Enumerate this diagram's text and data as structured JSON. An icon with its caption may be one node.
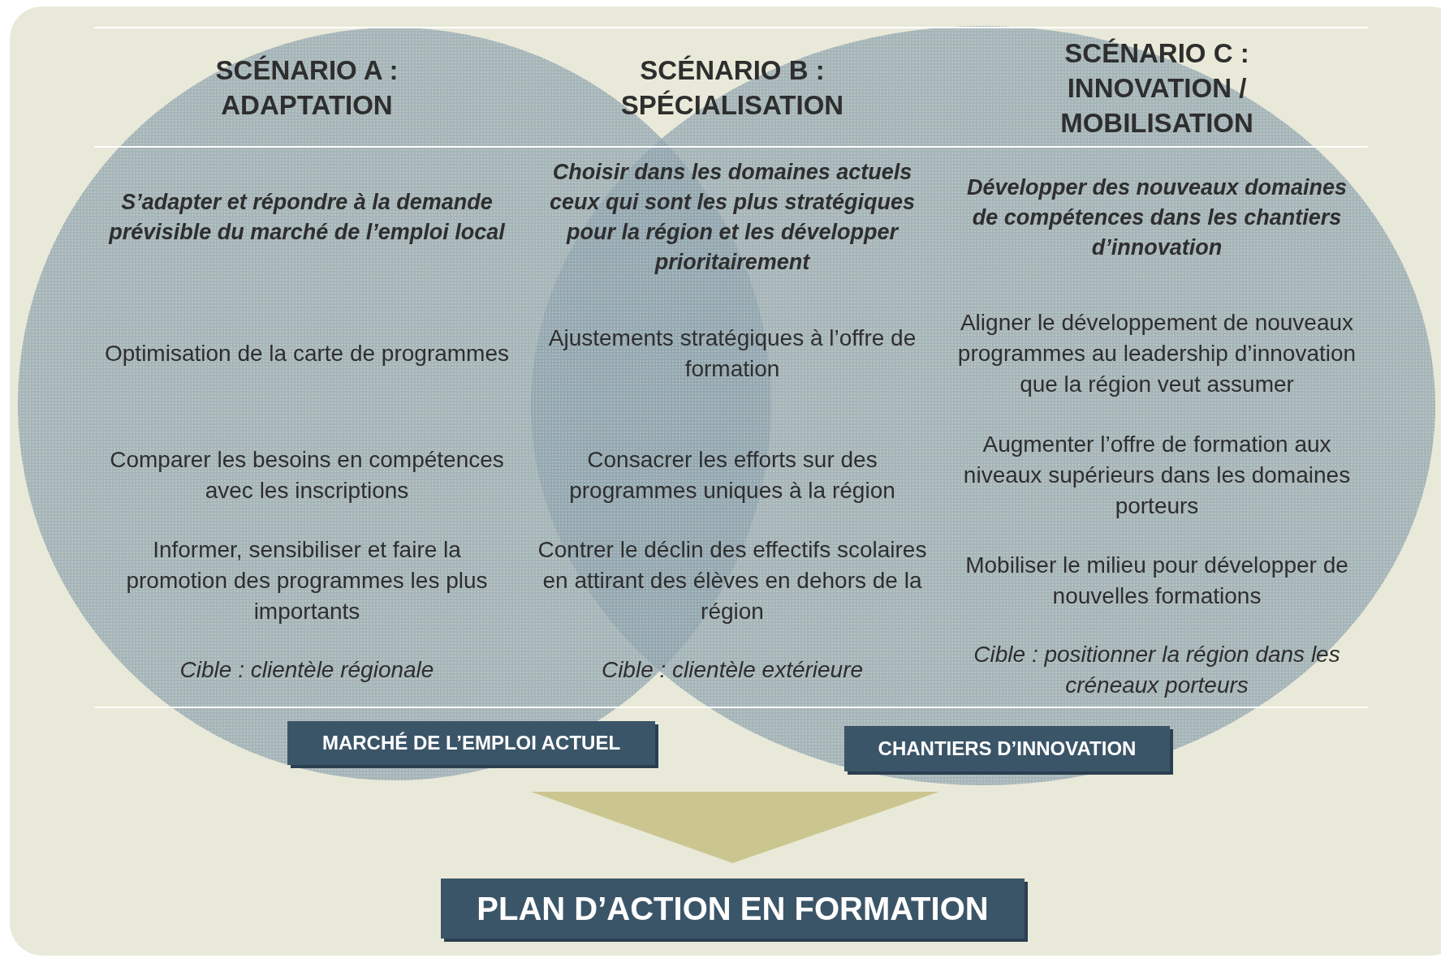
{
  "diagram": {
    "nodes": [
      {
        "text": [
          "MARCHÉ DE L’EMPLOI ACTUEL"
        ]
      },
      {
        "text": [
          "CHANTIERS D’INNOVATION"
        ]
      },
      {
        "text": [
          "PLAN D’ACTION EN FORMATION"
        ]
      }
    ],
    "edges": [
      {
        "from": null,
        "to": 2,
        "arrow": "to"
      }
    ],
    "labels": [
      "SCÉNARIO A : ADAPTATION",
      "SCÉNARIO B : SPÉCIALISATION",
      "SCÉNARIO C : INNOVATION / MOBILISATION",
      "S’adapter et répondre à la demande prévisible du marché de l’emploi local",
      "Choisir dans les domaines actuels ceux qui sont les plus stratégiques pour la région et les développer prioritairement",
      "Développer des nouveaux domaines de compétences dans les chantiers d’innovation",
      "Optimisation de la carte de programmes",
      "Ajustements stratégiques à l’offre de formation",
      "Aligner le développement de nouveaux programmes au leadership d’innovation que la région veut assumer",
      "Comparer les besoins en compétences avec les inscriptions",
      "Consacrer les efforts sur des programmes uniques à la région",
      "Augmenter l’offre de formation aux niveaux supérieurs dans les domaines porteurs",
      "Informer, sensibiliser et faire la promotion des programmes les plus importants",
      "Contrer le déclin des effectifs scolaires en attirant des élèves en dehors de la région",
      "Mobiliser le milieu pour développer de nouvelles formations",
      "Cible : clientèle régionale",
      "Cible : clientèle extérieure",
      "Cible : positionner la région dans les créneaux porteurs"
    ]
  }
}
